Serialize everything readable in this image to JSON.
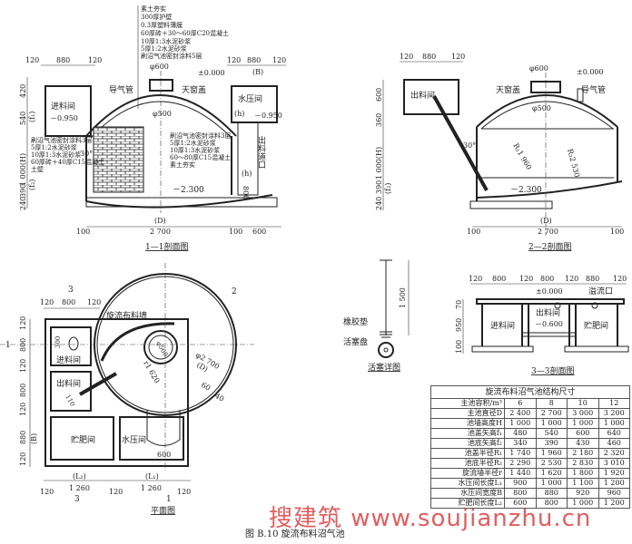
{
  "figure_caption": "图 B.10   旋流布料沼气池",
  "watermark": "搜建筑 www.soujianzhu.cn",
  "section_1_1": {
    "title": "1—1剖面图",
    "layers_top": [
      "素土夯实",
      "300厚护壁",
      "0.3厚塑料薄膜",
      "60厚砖＋30～60厚C20混凝土",
      "10厚1:3水泥砂浆",
      "5厚1:2水泥砂浆",
      "刷沼气池密封涂料5层"
    ],
    "layers_wall": [
      "刷沼气池密封涂料3层",
      "5厚1:2水泥砂浆",
      "10厚1:3水泥砂浆",
      "60厚砖＋40厚C15混凝土",
      "土壁"
    ],
    "layers_floor": [
      "刷沼气池密封涂料3层",
      "5厚1:2水泥砂浆",
      "10厚1:3水泥砂浆",
      "60～80厚C15混凝土",
      "素土夯实"
    ],
    "labels": {
      "inlet_room": "进料间",
      "gas_pipe": "导气管",
      "skylight_cover": "天窗盖",
      "pressure_room": "水压间",
      "outlet_channel": "出料道口",
      "elev_top": "±0.000",
      "elev_inlet": "－0.950",
      "elev_pressure": "－0.950",
      "elev_bottom": "－2.300",
      "phi600": "φ600",
      "phi500": "φ500",
      "angle": "30°",
      "B": "(B)",
      "D": "(D)",
      "h": "(h)",
      "h2": "(h)"
    },
    "dims_top_left": [
      "120",
      "880",
      "120"
    ],
    "dims_top_right": [
      "120",
      "880",
      "120"
    ],
    "dims_left": [
      "420",
      "540",
      "1 000(H)",
      "390",
      "240"
    ],
    "dims_left_sym": [
      "(f₁)",
      "(f₂)"
    ],
    "dim_800": "800",
    "dims_bottom": [
      "100",
      "2 700",
      "100",
      "600"
    ]
  },
  "section_2_2": {
    "title": "2—2剖面图",
    "labels": {
      "outlet_room": "出料间",
      "skylight_cover": "天窗盖",
      "gas_pipe": "导气管",
      "elev_top": "±0.000",
      "elev_bottom": "－2.300",
      "phi600": "φ600",
      "phi500": "φ500",
      "R1": "R₁1 960",
      "R2": "R₂2 530",
      "angle": "30°",
      "D": "(D)"
    },
    "dims_top": [
      "120",
      "880",
      "120"
    ],
    "dims_left": [
      "600",
      "360",
      "1 000(H)",
      "390",
      "240"
    ],
    "dim_left_sym": "(f₂)",
    "dims_bottom": [
      "100",
      "2 700",
      "100"
    ]
  },
  "plan": {
    "title": "平面图",
    "labels": {
      "swirl_wall": "旋流布料墙",
      "inlet_room": "进料间",
      "outlet_room": "出料间",
      "manure_room": "贮肥间",
      "pressure_room": "水压间",
      "phi500": "φ500",
      "r": "r1 620",
      "phi2700": "φ2 700",
      "D": "(D)",
      "d300": "300",
      "d110": "110",
      "d600": "600",
      "d60": "60",
      "d40": "40",
      "B": "(B)",
      "L1": "(L₁)",
      "L2": "(L₂)"
    },
    "section_marks": {
      "m1_top": "1",
      "m1_bottom": "1",
      "m2": "2",
      "m3_top": "3",
      "m3_bottom": "3"
    },
    "dims_top": [
      "120",
      "800",
      "120"
    ],
    "dims_left": [
      "120",
      "800",
      "120",
      "800",
      "120",
      "880",
      "120"
    ],
    "dims_bottom": [
      "120",
      "1 260",
      "120",
      "1 260",
      "120"
    ]
  },
  "piston_detail": {
    "title": "活塞详图",
    "rubber_pad": "橡胶垫",
    "piston_disc": "活塞盘",
    "dim": "1 500"
  },
  "section_3_3": {
    "title": "3—3剖面图",
    "labels": {
      "inlet_room": "进料间",
      "outlet_room": "出料间",
      "manure_room": "贮肥间",
      "overflow": "溢流口",
      "elev_top": "±0.000",
      "elev_mid": "－0.600"
    },
    "dims_top": [
      "120",
      "800",
      "120",
      "800",
      "120",
      "880",
      "120"
    ],
    "dims_left": [
      "70",
      "950",
      "100"
    ]
  },
  "table": {
    "title": "旋流布料沼气池结构尺寸",
    "header": [
      "主池容积/m³",
      "6",
      "8",
      "10",
      "12"
    ],
    "rows": [
      [
        "主池直径D",
        "2 400",
        "2 700",
        "3 000",
        "3 200"
      ],
      [
        "池墙高度H",
        "1 000",
        "1 000",
        "1 000",
        "1 000"
      ],
      [
        "池盖矢高f₁",
        "480",
        "540",
        "600",
        "640"
      ],
      [
        "池底矢高f₂",
        "340",
        "390",
        "430",
        "460"
      ],
      [
        "池盖半径R₁",
        "1 740",
        "1 960",
        "2 180",
        "2 320"
      ],
      [
        "池底半径R₂",
        "2 290",
        "2 530",
        "2 830",
        "3 010"
      ],
      [
        "旋流墙半径r",
        "1 440",
        "1 620",
        "1 800",
        "1 920"
      ],
      [
        "水压间长度L₁",
        "900",
        "1 000",
        "1 100",
        "1 200"
      ],
      [
        "水压间宽度B",
        "800",
        "880",
        "920",
        "960"
      ],
      [
        "贮肥间长度L₂",
        "600",
        "800",
        "1 000",
        "1 200"
      ]
    ]
  }
}
